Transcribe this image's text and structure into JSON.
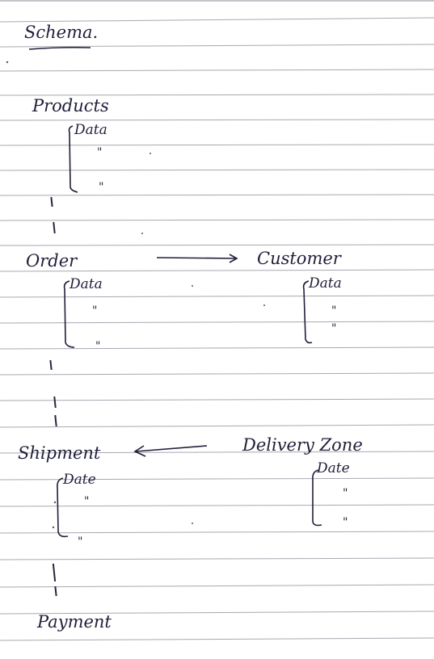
{
  "title": "Schema.",
  "sections": {
    "products": {
      "heading": "Products",
      "items": [
        "Data",
        "\"",
        "\""
      ]
    },
    "order": {
      "heading": "Order",
      "items": [
        "Data",
        "\"",
        "\""
      ]
    },
    "customer": {
      "heading": "Customer",
      "items": [
        "Data",
        "\"",
        "\""
      ]
    },
    "shipment": {
      "heading": "Shipment",
      "items": [
        "Date",
        "\"",
        "\""
      ]
    },
    "delivery_zone": {
      "heading": "Delivery Zone",
      "items": [
        "Date",
        "\"",
        "\""
      ]
    },
    "payment": {
      "heading": "Payment"
    }
  },
  "relationships": [
    {
      "from": "Order",
      "to": "Customer",
      "direction": "right"
    },
    {
      "from": "Delivery Zone",
      "to": "Shipment",
      "direction": "left"
    }
  ],
  "ink_color": "#1f1f3a",
  "rule_color": "#9a9aa6"
}
